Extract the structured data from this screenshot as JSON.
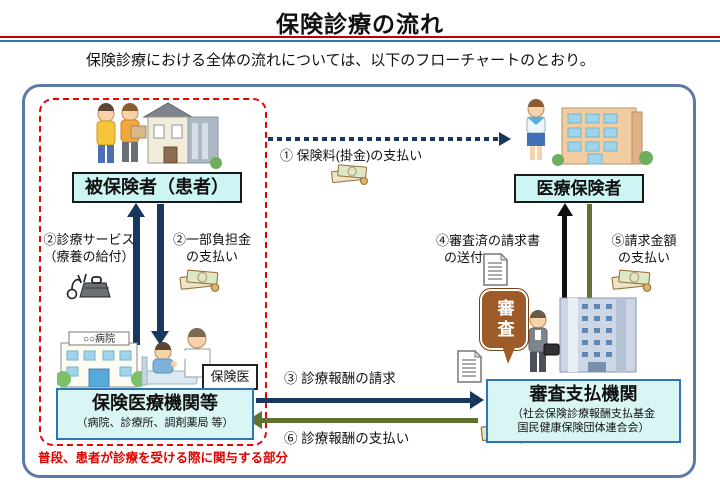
{
  "header": {
    "title": "保険診療の流れ",
    "subtitle": "保険診療における全体の流れについては、以下のフローチャートのとおり。"
  },
  "entities": {
    "insured": {
      "label": "被保険者（患者）"
    },
    "insurer": {
      "label": "医療保険者"
    },
    "institution": {
      "label": "保険医療機関等",
      "sub": "（病院、診療所、調剤薬局 等）"
    },
    "agency": {
      "label": "審査支払機関",
      "sub1": "（社会保険診療報酬支払基金",
      "sub2": "国民健康保険団体連合会）"
    }
  },
  "flows": {
    "f1": {
      "label": "① 保険料(掛金)の支払い"
    },
    "f2_service": {
      "line1": "②診療サービス",
      "line2": "（療養の給付）"
    },
    "f2_copay": {
      "line1": "②一部負担金",
      "line2": "の支払い"
    },
    "f3": {
      "label": "③ 診療報酬の請求"
    },
    "f4": {
      "line1": "④審査済の請求書",
      "line2": "の送付"
    },
    "f5": {
      "line1": "⑤請求金額",
      "line2": "の支払い"
    },
    "f6": {
      "label": "⑥ 診療報酬の支払い"
    }
  },
  "labels": {
    "review_badge": "審査",
    "insurance_doctor": "保険医",
    "hospital_sign": "○○病院",
    "note": "普段、患者が診療を受ける際に関与する部分"
  },
  "colors": {
    "navy_arrow": "#17375e",
    "olive_arrow": "#5f7233",
    "dashed_red": "#f20000",
    "note_red": "#e00000",
    "badge_brown": "#9e5b28",
    "entity_cyan": "#ccf5f3",
    "entity_border_blue": "#2e75b6",
    "outer_border": "#5b7aa6",
    "rule_red": "#c00000",
    "rule_blue": "#2e75b6"
  }
}
